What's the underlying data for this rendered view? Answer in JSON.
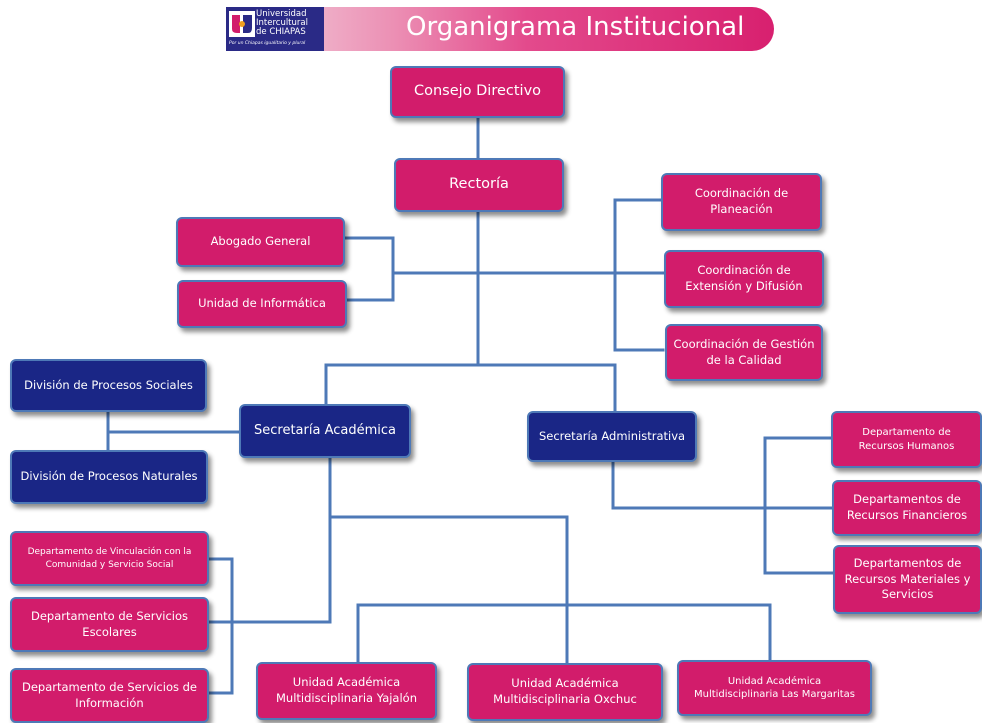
{
  "header": {
    "title": "Organigrama Institucional",
    "logo": {
      "line1": "Universidad",
      "line2": "Intercultural",
      "line3": "de CHIAPAS",
      "tagline": "Por un Chiapas igualitario y plural"
    }
  },
  "nodes": {
    "consejo": "Consejo Directivo",
    "rectoria": "Rectoría",
    "abogado": "Abogado General",
    "informatica": "Unidad de Informática",
    "coord_planeacion": "Coordinación de Planeación",
    "coord_extension": "Coordinación de Extensión y Difusión",
    "coord_calidad": "Coordinación de Gestión de la Calidad",
    "div_sociales": "División de Procesos Sociales",
    "div_naturales": "División de Procesos Naturales",
    "sec_academica": "Secretaría Académica",
    "sec_administrativa": "Secretaría Administrativa",
    "depto_humanos": "Departamento de Recursos Humanos",
    "depto_financieros": "Departamentos de Recursos Financieros",
    "depto_materiales": "Departamentos de Recursos Materiales y Servicios",
    "depto_vinculacion": "Departamento de Vinculación con la Comunidad y Servicio Social",
    "depto_escolares": "Departamento de Servicios Escolares",
    "depto_informacion": "Departamento de Servicios de Información",
    "ua_yajalon": "Unidad Académica Multidisciplinaria Yajalón",
    "ua_oxchuc": "Unidad Académica Multidisciplinaria Oxchuc",
    "ua_margaritas": "Unidad Académica Multidisciplinaria Las Margaritas"
  },
  "colors": {
    "pink": "#d21c6b",
    "blue": "#1a2686",
    "connector": "#4e79b7"
  }
}
